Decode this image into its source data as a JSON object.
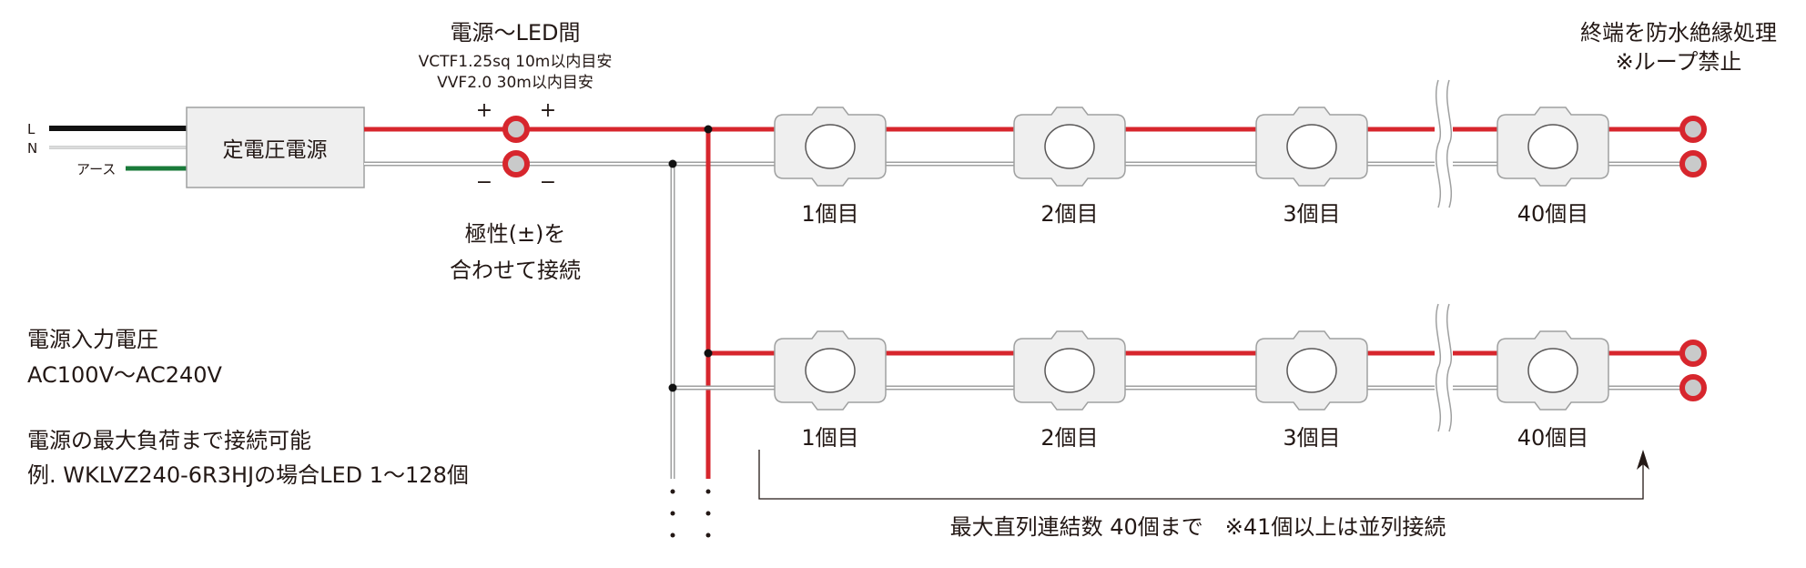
{
  "diagram": {
    "title": "電源〜LED間",
    "cable_spec_1": "VCTF1.25sq  10m以内目安",
    "cable_spec_2": "VVF2.0  30m以内目安",
    "plus": "+",
    "minus": "−",
    "psu_label": "定電圧電源",
    "line_l": "L",
    "line_n": "N",
    "line_earth": "アース",
    "polarity_line1": "極性(±)を",
    "polarity_line2": "合わせて接続",
    "end_note_line1": "終端を防水絶縁処理",
    "end_note_line2": "※ループ禁止",
    "input_voltage_label": "電源入力電圧",
    "input_voltage_value": "AC100V〜AC240V",
    "load_note": "電源の最大負荷まで接続可能",
    "example_note": "例. WKLVZ240-6R3HJの場合LED 1〜128個",
    "max_series_note": "最大直列連結数 40個まで　※41個以上は並列接続",
    "row1_modules": [
      "1個目",
      "2個目",
      "3個目",
      "40個目"
    ],
    "row2_modules": [
      "1個目",
      "2個目",
      "3個目",
      "40個目"
    ],
    "colors": {
      "positive_wire": "#d7262d",
      "negative_wire": "#9fa0a0",
      "live_wire": "#111111",
      "earth_wire": "#1a7a3a",
      "terminal_fill": "#c9caca",
      "module_fill": "#efefef"
    }
  }
}
